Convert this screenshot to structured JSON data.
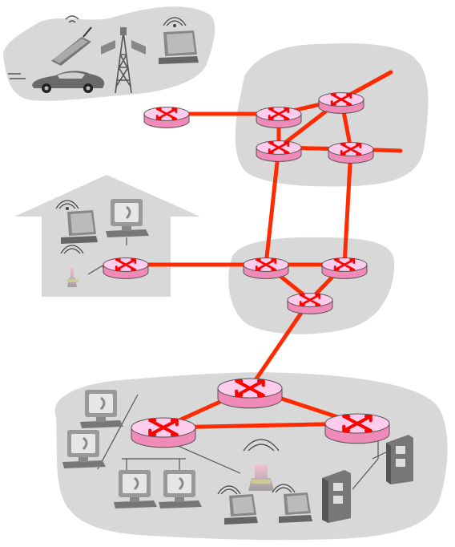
{
  "diagram": {
    "subject": "internet-network-topology",
    "regions": [
      {
        "id": "mobile-network",
        "icons": [
          "cell-phone-icon",
          "car-icon",
          "cell-tower-icon",
          "wireless-laptop-icon"
        ]
      },
      {
        "id": "isp-regional-network"
      },
      {
        "id": "home-network",
        "icons": [
          "wireless-laptop-icon",
          "desktop-pc-icon",
          "wireless-access-point-icon"
        ]
      },
      {
        "id": "isp-local-network"
      },
      {
        "id": "institutional-network",
        "icons": [
          "desktop-pc-icon",
          "wireless-access-point-icon",
          "wireless-laptop-icon",
          "server-icon"
        ]
      }
    ],
    "colors": {
      "link": "#ff2a00",
      "router_top": "#ffccee",
      "router_body": "#f08ab8",
      "router_symbol": "#ff0000",
      "region_fill": "#d8d8d8",
      "lan_line": "#555555"
    },
    "router_count": 12
  }
}
